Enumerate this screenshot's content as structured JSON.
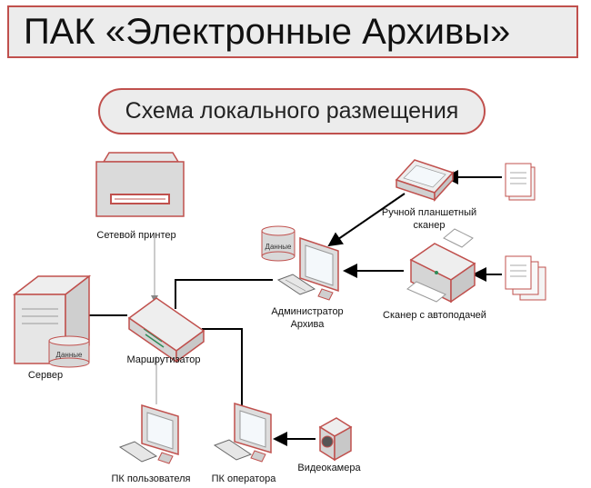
{
  "title": "ПАК «Электронные Архивы»",
  "subtitle": "Схема локального размещения",
  "nodes": {
    "printer": "Сетевой принтер",
    "flatbed_scanner": [
      "Ручной планшетный",
      "сканер"
    ],
    "admin": [
      "Администратор",
      "Архива"
    ],
    "auto_scanner": "Сканер с автоподачей",
    "server": "Сервер",
    "router": "Маршрутизатор",
    "user_pc": "ПК пользователя",
    "operator_pc": "ПК оператора",
    "camera": "Видеокамера"
  },
  "db_label": "Данные",
  "colors": {
    "accent": "#c0504d",
    "device_fill": "#e6e6e6",
    "link": "#000000",
    "screen": "#f4f8fb"
  }
}
